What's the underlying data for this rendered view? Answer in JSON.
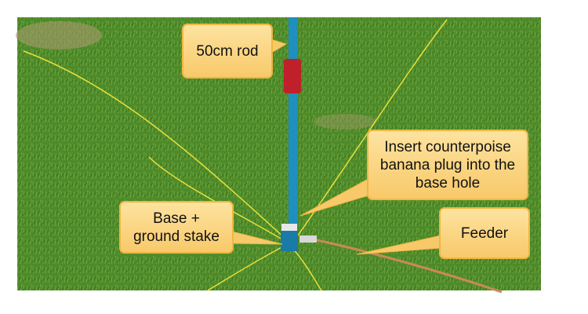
{
  "labels": {
    "rod": "50cm rod",
    "counterpoise": "Insert counterpoise banana plug into the base hole",
    "base": "Base + ground stake",
    "feeder": "Feeder"
  },
  "colors": {
    "grass": "#4f8a2a",
    "rod": "#1f8fbf",
    "sleeve": "#c0202a",
    "callout": "#f8c96a",
    "wire": "#e8e03a",
    "feeder": "#c98a55"
  }
}
